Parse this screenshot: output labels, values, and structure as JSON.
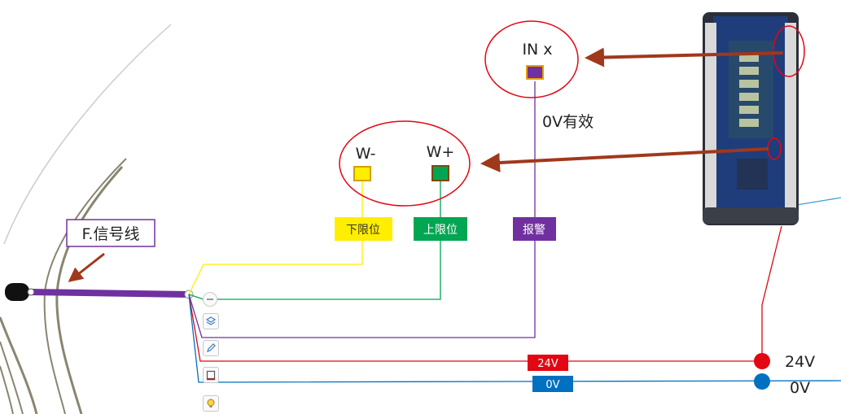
{
  "labels": {
    "in_x": "IN x",
    "zero_valid": "0V有效",
    "w_minus": "W-",
    "w_plus": "W+",
    "lower_limit": "下限位",
    "upper_limit": "上限位",
    "alarm": "报警",
    "signal_wire": "F.信号线",
    "v24_tag": "24V",
    "v0_tag": "0V",
    "v24_terminal": "24V",
    "v0_terminal": "0V"
  },
  "colors": {
    "yellow": "#ffee00",
    "green": "#00a651",
    "purple": "#7030a0",
    "red": "#e30613",
    "blue": "#0070c0",
    "arrow": "#a0381c",
    "cable": "#7030a0"
  },
  "tools": {
    "collapse": "minus-circle-icon",
    "layers": "layers-icon",
    "pen": "pen-icon",
    "frame": "frame-icon",
    "bulb": "lightbulb-icon"
  }
}
